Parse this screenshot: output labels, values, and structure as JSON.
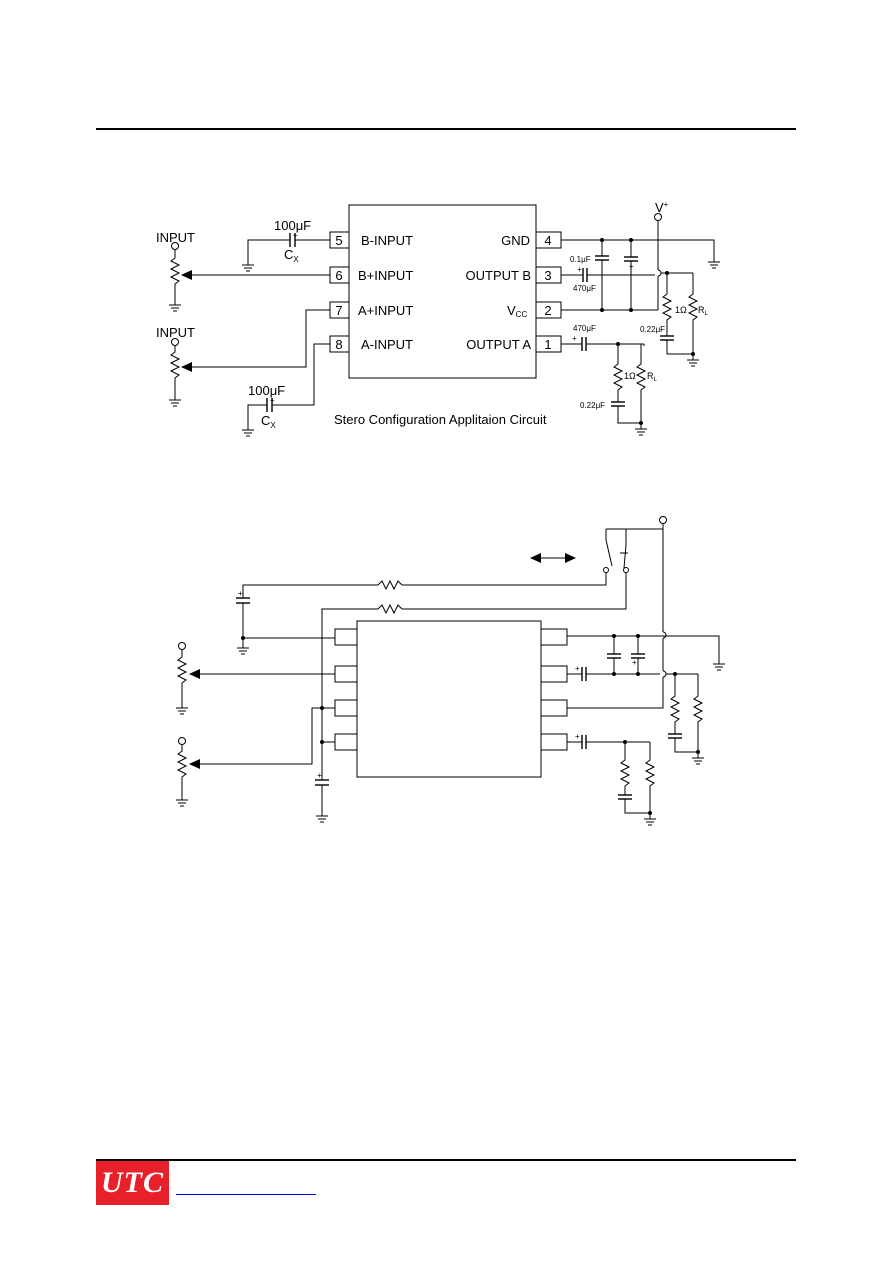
{
  "figure1": {
    "pins": [
      {
        "num": "5",
        "label": "B-INPUT"
      },
      {
        "num": "6",
        "label": "B+INPUT"
      },
      {
        "num": "7",
        "label": "A+INPUT"
      },
      {
        "num": "8",
        "label": "A-INPUT"
      },
      {
        "num": "4",
        "label": "GND"
      },
      {
        "num": "3",
        "label": "OUTPUT B"
      },
      {
        "num": "2",
        "label": "V",
        "sub": "CC"
      },
      {
        "num": "1",
        "label": "OUTPUT A"
      }
    ],
    "input_label_1": "INPUT",
    "input_label_2": "INPUT",
    "cap_top_value": "100μF",
    "cap_top_name": "C",
    "cap_top_sub": "X",
    "cap_bottom_value": "100μF",
    "cap_bottom_name": "C",
    "cap_bottom_sub": "X",
    "plus": "+",
    "vplus": "V",
    "vplus_sup": "+",
    "decoupling_value": "0.1μF",
    "out_b_cap": "470μF",
    "out_a_cap": "470μF",
    "snubber_r_b": "1Ω",
    "snubber_r_a": "1Ω",
    "snubber_c_b": "0.22μF",
    "snubber_c_a": "0.22μF",
    "load_b": "R",
    "load_b_sub": "L",
    "load_a": "R",
    "load_a_sub": "L",
    "caption": "Stero Configuration Applitaion Circuit"
  },
  "figure2": {
    "plus": "+"
  },
  "footer": {
    "logo_text": "UTC",
    "colors": {
      "logo_bg": "#e8202a",
      "link": "#0000ee"
    }
  }
}
